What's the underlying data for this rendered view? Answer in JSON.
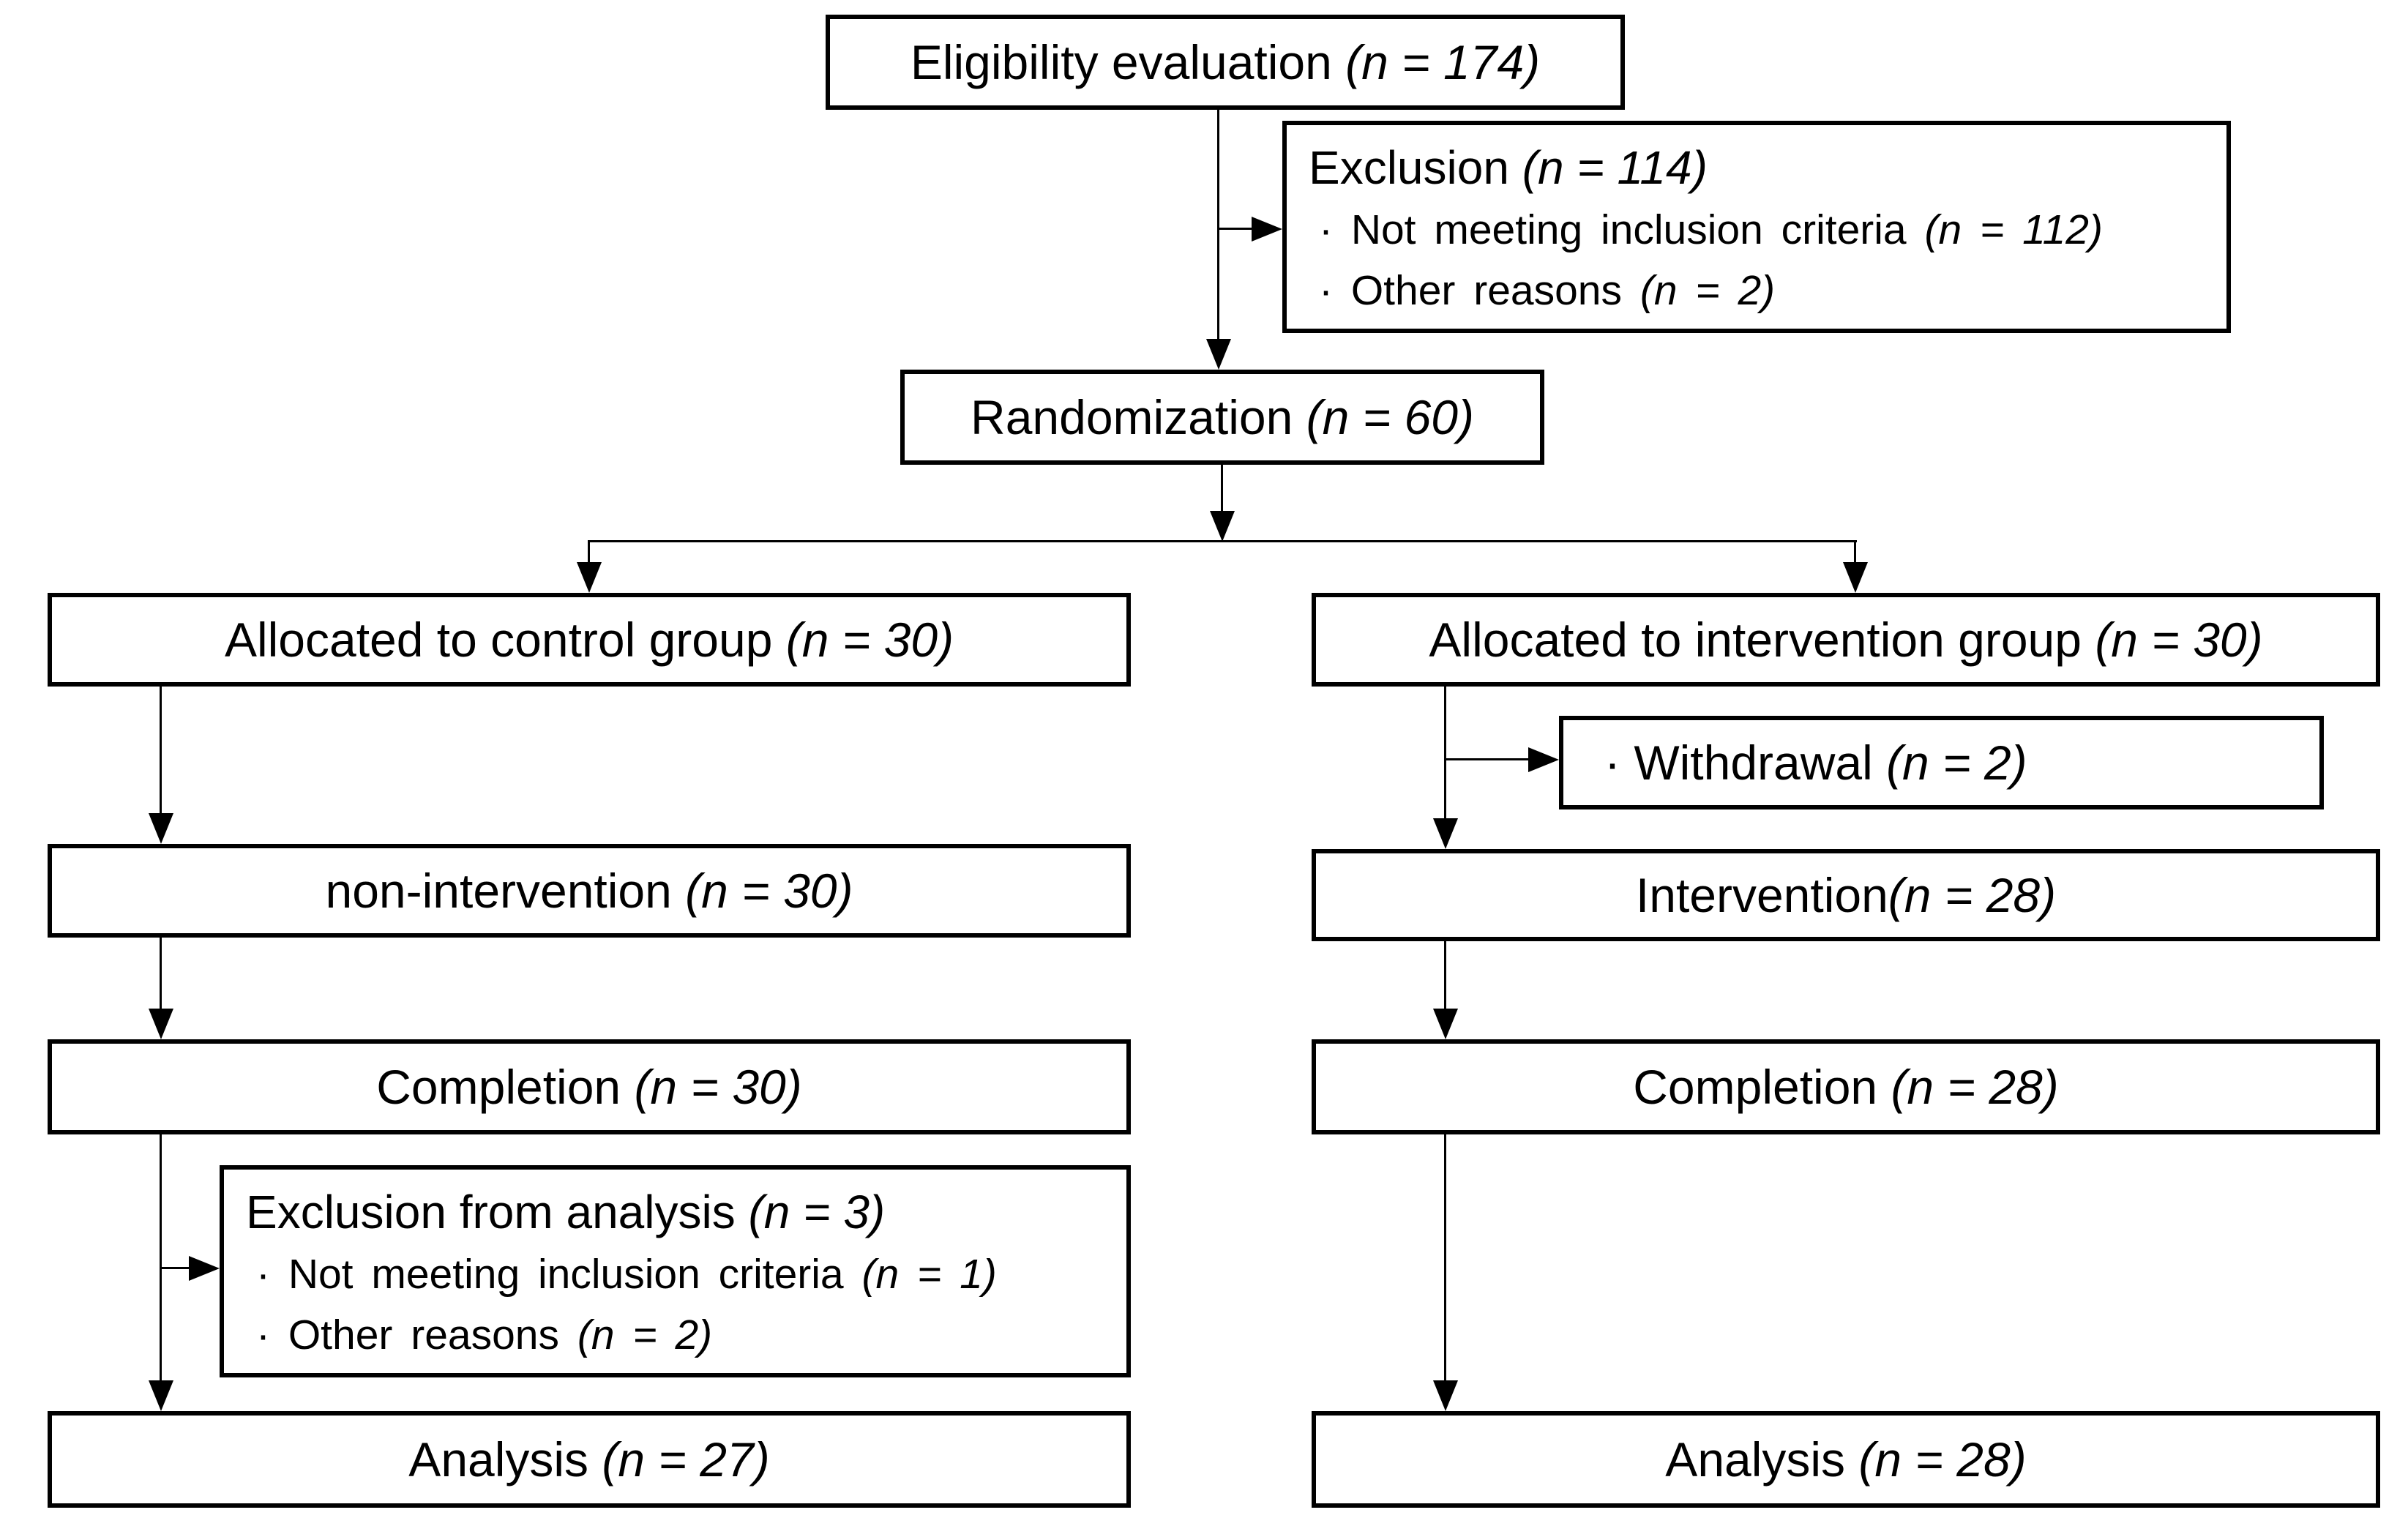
{
  "colors": {
    "background": "#ffffff",
    "box_border": "#000000",
    "text": "#000000",
    "connector": "#000000"
  },
  "boxes": {
    "eligibility": {
      "text": "Eligibility evaluation ",
      "n": "(n = 174)"
    },
    "exclusion_top": {
      "title": "Exclusion ",
      "title_n": "(n = 114)",
      "bullets": [
        {
          "text": "· Not meeting inclusion criteria ",
          "n": "(n = 112)"
        },
        {
          "text": "· Other reasons ",
          "n": "(n = 2)"
        }
      ]
    },
    "randomization": {
      "text": "Randomization ",
      "n": "(n = 60)"
    },
    "allocated_control": {
      "text": "Allocated to control group ",
      "n": "(n = 30)"
    },
    "allocated_intervention": {
      "text": "Allocated to intervention group ",
      "n": "(n = 30)"
    },
    "withdrawal": {
      "text": "· Withdrawal ",
      "n": "(n = 2)"
    },
    "non_intervention": {
      "text": "non-intervention ",
      "n": "(n = 30)"
    },
    "intervention": {
      "text": "Intervention",
      "n": "(n = 28)"
    },
    "completion_control": {
      "text": "Completion ",
      "n": "(n = 30)"
    },
    "completion_intervention": {
      "text": "Completion ",
      "n": "(n = 28)"
    },
    "exclusion_analysis": {
      "title": "Exclusion from analysis ",
      "title_n": "(n = 3)",
      "bullets": [
        {
          "text": "· Not meeting inclusion criteria ",
          "n": "(n = 1)"
        },
        {
          "text": "· Other reasons ",
          "n": "(n = 2)"
        }
      ]
    },
    "analysis_control": {
      "text": "Analysis ",
      "n": "(n = 27)"
    },
    "analysis_intervention": {
      "text": "Analysis ",
      "n": "(n = 28)"
    }
  }
}
